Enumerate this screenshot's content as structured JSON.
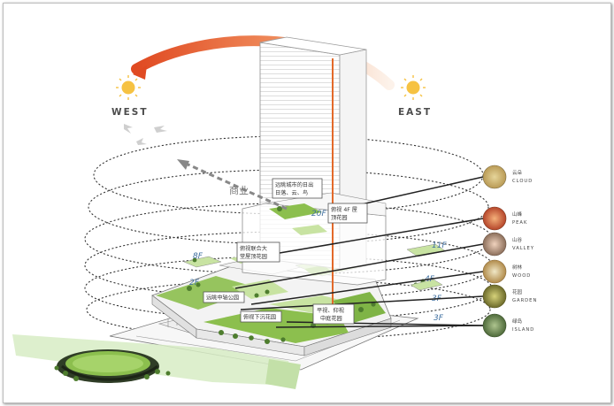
{
  "compass": {
    "west": "WEST",
    "east": "EAST"
  },
  "commercial_label": "商业",
  "floors": {
    "f20": "20F",
    "f11": "11F",
    "f8": "8F",
    "f4": "4F",
    "f3": "3F",
    "f2": "2F"
  },
  "tags": {
    "skyline": [
      "远眺城市的日出",
      "日落、云、鸟"
    ],
    "podium4f": [
      "俯视 4F 屋",
      "顶花园"
    ],
    "joint_roof": [
      "俯视联合大",
      "堂屋顶花园"
    ],
    "axis_park": [
      "远眺中轴公园"
    ],
    "sunken": [
      "俯视下沉花园"
    ],
    "courtyard": [
      "平视、仰视",
      "中庭花园"
    ]
  },
  "legend": [
    {
      "cn": "云朵",
      "en": "CLOUD"
    },
    {
      "cn": "山峰",
      "en": "PEAK"
    },
    {
      "cn": "山谷",
      "en": "VALLEY"
    },
    {
      "cn": "树林",
      "en": "WOOD"
    },
    {
      "cn": "花园",
      "en": "GARDEN"
    },
    {
      "cn": "绿岛",
      "en": "ISLAND"
    }
  ],
  "colors": {
    "sun_arc_start": "#e04a22",
    "sun_arc_end": "#f6c6a4",
    "sun": "#f6c242",
    "green": "#8cbf4e",
    "light_green": "#c8e3a2",
    "tower_line": "#e3692a"
  }
}
